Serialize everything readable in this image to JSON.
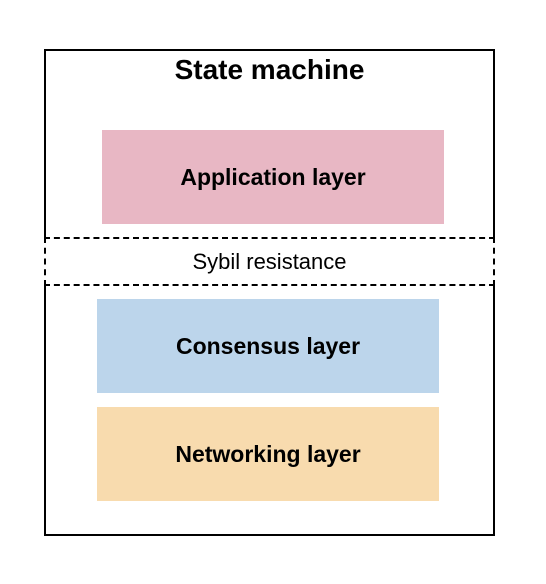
{
  "diagram": {
    "title": "State machine",
    "layers": {
      "application": {
        "label": "Application layer",
        "color": "#E8B7C4"
      },
      "sybil": {
        "label": "Sybil resistance",
        "style": "dashed-outline"
      },
      "consensus": {
        "label": "Consensus layer",
        "color": "#BCD5EB"
      },
      "networking": {
        "label": "Networking layer",
        "color": "#F8DBAE"
      }
    }
  }
}
